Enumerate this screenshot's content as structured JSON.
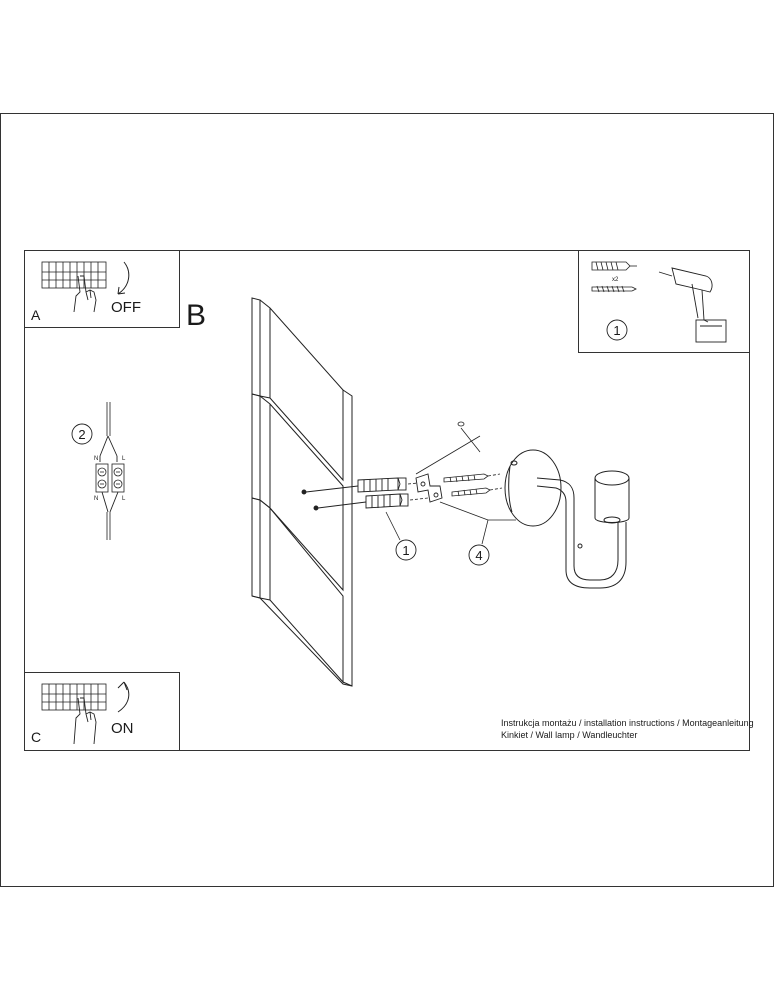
{
  "panels": {
    "a": {
      "letter": "A",
      "action": "OFF"
    },
    "b": {
      "letter": "B"
    },
    "c": {
      "letter": "C",
      "action": "ON"
    }
  },
  "steps": {
    "wiring": {
      "number": "2",
      "neutral": "N",
      "live": "L"
    },
    "tools": {
      "number": "1",
      "quantity": "x2"
    },
    "callout_plugs": "1",
    "callout_bracket": "4"
  },
  "caption": {
    "line1": "Instrukcja montażu / installation instructions / Montageanleitung",
    "line2": "Kinkiet / Wall lamp / Wandleuchter"
  },
  "icons": [
    "breaker-panel-icon",
    "hand-icon",
    "curved-arrow-icon",
    "drill-icon",
    "wall-plug-icon",
    "screw-icon",
    "terminal-block-icon",
    "wall-lamp-icon"
  ]
}
